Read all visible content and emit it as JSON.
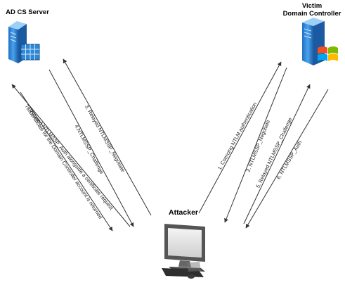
{
  "nodes": {
    "adcs_server": {
      "label": "AD CS Server",
      "icon": "server-icon"
    },
    "victim_dc": {
      "label_line1": "Victim",
      "label_line2": "Domain Controller",
      "icon": "server-windows-icon"
    },
    "attacker": {
      "label": "Attacker",
      "icon": "workstation-icon"
    }
  },
  "flows": [
    {
      "step": "1",
      "text": "1. Coercing NTLM authentication",
      "from": "attacker",
      "to": "victim_dc"
    },
    {
      "step": "2",
      "text": "2. NTLMSSP_Negotiate",
      "from": "victim_dc",
      "to": "attacker"
    },
    {
      "step": "3",
      "text": "3. Relayed NTLMSSP_Negotiate",
      "from": "attacker",
      "to": "adcs_server"
    },
    {
      "step": "4",
      "text": "4.NTLMSSP_Challenge",
      "from": "adcs_server",
      "to": "attacker"
    },
    {
      "step": "5",
      "text": "5. Relayed NTLMSSP_Challenge",
      "from": "attacker",
      "to": "victim_dc"
    },
    {
      "step": "6",
      "text": "6. NTLMSSP_Auth",
      "from": "victim_dc",
      "to": "attacker"
    },
    {
      "step": "7",
      "text": "7. Relayed NTLMSSP_Auth alongside a certificate request",
      "from": "attacker",
      "to": "adcs_server"
    },
    {
      "step": "8",
      "text": "8.Certificate for the Domain Controller account is returned",
      "from": "adcs_server",
      "to": "attacker"
    }
  ],
  "colors": {
    "line": "#333333",
    "server_blue": "#2f87d6",
    "server_dark": "#1e5fa8",
    "monitor_screen": "#e6e6e6"
  }
}
